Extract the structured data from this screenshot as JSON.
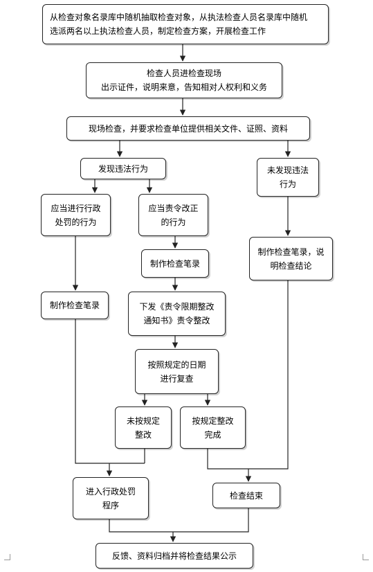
{
  "nodes": {
    "n1": "从检查对象名录库中随机抽取检查对象，从执法检查人员名录库中随机\n选派两名以上执法检查人员，制定检查方案，开展检查工作",
    "n2": "检查人员进检查现场\n出示证件，说明来意，告知相对人权利和义务",
    "n3": "现场检查，并要求检查单位提供相关文件、证照、资料",
    "n4": "发现违法行为",
    "n5": "未发现违法\n行为",
    "n6": "应当进行行政\n处罚的行为",
    "n7": "应当责令改正\n的行为",
    "n8": "制作检查笔录",
    "n9": "制作检查笔录，说\n明检查结论",
    "n10": "制作检查笔录",
    "n11": "下发《责令限期整改\n通知书》责令整改",
    "n12": "按照规定的日期\n进行复查",
    "n13": "未按规定\n整改",
    "n14": "按规定整改\n完成",
    "n15": "进入行政处罚\n程序",
    "n16": "检查结束",
    "n17": "反馈、资料归档并将检查结果公示"
  },
  "colors": {
    "line": "#222222",
    "box_border": "#222222"
  }
}
